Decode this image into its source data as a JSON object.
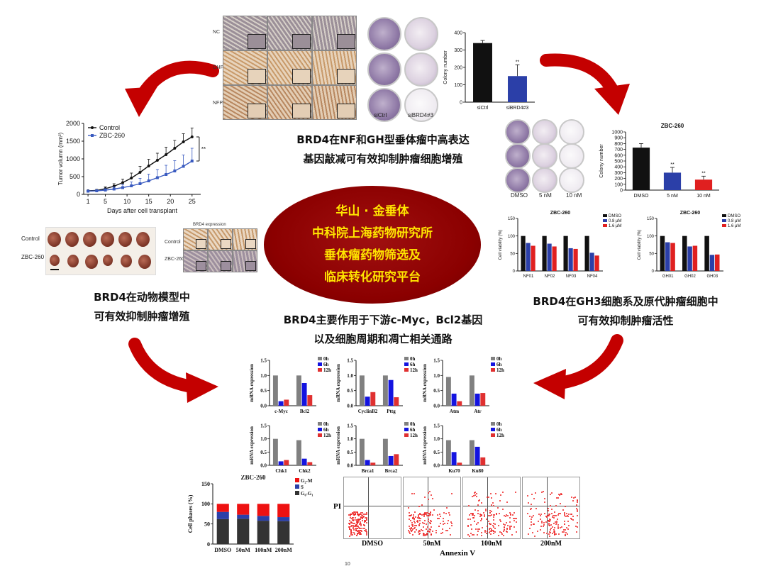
{
  "colors": {
    "red_arrow": "#c40000",
    "ellipse_fill": "#8b0000",
    "ellipse_text": "#ffe500",
    "black_bar": "#111111",
    "blue_bar": "#2b3fa8",
    "red_bar": "#e02020",
    "gray_bar": "#808080"
  },
  "center_ellipse": {
    "lines": [
      "华山 · 金垂体",
      "中科院上海药物研究所",
      "垂体瘤药物筛选及",
      "临床转化研究平台"
    ]
  },
  "captions": {
    "top": [
      "BRD4在NF和GH型垂体瘤中高表达",
      "基因敲减可有效抑制肿瘤细胞增殖"
    ],
    "left": [
      "BRD4在动物模型中",
      "可有效抑制肿瘤增殖"
    ],
    "right": [
      "BRD4在GH3细胞系及原代肿瘤细胞中",
      "可有效抑制肿瘤活性"
    ],
    "middle": [
      "BRD4主要作用于下游c-Myc，Bcl2基因",
      "以及细胞周期和凋亡相关通路"
    ]
  },
  "ihc_top": {
    "row_labels": [
      "NC",
      "GHPA",
      "NFPA"
    ]
  },
  "colony_top": {
    "labels": [
      "siCtrl",
      "siBRD4#3"
    ]
  },
  "mouse_panel": {
    "row_labels": [
      "Control",
      "ZBC-260"
    ],
    "ihc_title": "BRD4 expression",
    "ihc_row_labels": [
      "Control",
      "ZBC-260"
    ]
  },
  "colony_right": {
    "labels": [
      "DMSO",
      "5 nM",
      "10 nM"
    ]
  },
  "flow_panel": {
    "y_label": "PI",
    "x_label": "Annexin V",
    "conditions": [
      "DMSO",
      "50nM",
      "100nM",
      "200nM"
    ]
  },
  "page_number": "10",
  "chart_data": [
    {
      "id": "colony_si",
      "type": "bar",
      "categories": [
        "siCtrl",
        "siBRD4#3"
      ],
      "values": [
        340,
        150
      ],
      "errors": [
        15,
        65
      ],
      "colors": [
        "#111111",
        "#2b3fa8"
      ],
      "ylabel": "Colony number",
      "ylim": [
        0,
        400
      ],
      "yticks": [
        0,
        100,
        200,
        300,
        400
      ],
      "annotations": [
        "**"
      ]
    },
    {
      "id": "tumor_volume",
      "type": "line",
      "xlabel": "Days after cell transplant",
      "ylabel": "Tumor volumn (mm³)",
      "ylim": [
        0,
        2000
      ],
      "yticks": [
        0,
        500,
        1000,
        1500,
        2000
      ],
      "xticks": [
        1,
        5,
        10,
        15,
        20,
        25
      ],
      "xlim": [
        0,
        27
      ],
      "legend": [
        "Control",
        "ZBC-260"
      ],
      "annotations": [
        "**"
      ],
      "series": [
        {
          "name": "Control",
          "color": "#111111",
          "x": [
            1,
            3,
            5,
            7,
            9,
            11,
            13,
            15,
            17,
            19,
            21,
            23,
            25
          ],
          "y": [
            100,
            110,
            160,
            230,
            330,
            460,
            620,
            800,
            960,
            1120,
            1300,
            1480,
            1620
          ],
          "err": [
            20,
            30,
            50,
            70,
            100,
            140,
            170,
            190,
            200,
            210,
            220,
            230,
            250
          ]
        },
        {
          "name": "ZBC-260",
          "color": "#3a5bc0",
          "x": [
            1,
            3,
            5,
            7,
            9,
            11,
            13,
            15,
            17,
            19,
            21,
            23,
            25
          ],
          "y": [
            90,
            100,
            120,
            150,
            190,
            240,
            300,
            380,
            470,
            560,
            660,
            790,
            940
          ],
          "err": [
            20,
            30,
            40,
            60,
            80,
            110,
            150,
            190,
            230,
            260,
            290,
            320,
            360
          ]
        }
      ]
    },
    {
      "id": "colony_zbc",
      "type": "bar",
      "title": "ZBC-260",
      "categories": [
        "DMSO",
        "5 nM",
        "10 nM"
      ],
      "values": [
        730,
        300,
        180
      ],
      "errors": [
        70,
        90,
        60
      ],
      "colors": [
        "#111111",
        "#2b3fa8",
        "#e02020"
      ],
      "ylabel": "Colony number",
      "ylim": [
        0,
        1000
      ],
      "yticks": [
        0,
        100,
        200,
        300,
        400,
        500,
        600,
        700,
        800,
        900,
        1000
      ],
      "annotations": [
        "**",
        "**"
      ]
    },
    {
      "id": "viability_nf",
      "type": "bar",
      "title": "ZBC-260",
      "categories": [
        "NF01",
        "NF02",
        "NF03",
        "NF04"
      ],
      "legend": [
        "DMSO",
        "0.8 μM",
        "1.6 μM"
      ],
      "series": [
        {
          "name": "DMSO",
          "color": "#111111",
          "values": [
            100,
            100,
            100,
            100
          ]
        },
        {
          "name": "0.8 μM",
          "color": "#2b3fa8",
          "values": [
            80,
            78,
            65,
            52
          ]
        },
        {
          "name": "1.6 μM",
          "color": "#e02020",
          "values": [
            72,
            70,
            63,
            44
          ]
        }
      ],
      "ylabel": "Cell viability (%)",
      "ylim": [
        0,
        150
      ],
      "yticks": [
        0,
        50,
        100,
        150
      ]
    },
    {
      "id": "viability_gh",
      "type": "bar",
      "title": "ZBC-260",
      "categories": [
        "GH01",
        "GH02",
        "GH03"
      ],
      "legend": [
        "DMSO",
        "0.8 μM",
        "1.6 μM"
      ],
      "series": [
        {
          "name": "DMSO",
          "color": "#111111",
          "values": [
            100,
            100,
            100
          ]
        },
        {
          "name": "0.8 μM",
          "color": "#2b3fa8",
          "values": [
            82,
            70,
            46
          ]
        },
        {
          "name": "1.6 μM",
          "color": "#e02020",
          "values": [
            80,
            72,
            47
          ]
        }
      ],
      "ylabel": "Cell viability (%)",
      "ylim": [
        0,
        150
      ],
      "yticks": [
        0,
        50,
        100,
        150
      ]
    },
    {
      "id": "mrna_1",
      "type": "bar",
      "ylabel": "mRNA expression",
      "ylim": [
        0,
        1.5
      ],
      "yticks": [
        "0.0",
        "0.5",
        "1.0",
        "1.5"
      ],
      "legend": [
        "0h",
        "6h",
        "12h"
      ],
      "categories": [
        "c-Myc",
        "Bcl2"
      ],
      "series": [
        {
          "name": "0h",
          "color": "#808080",
          "values": [
            1.0,
            1.0
          ]
        },
        {
          "name": "6h",
          "color": "#1414e0",
          "values": [
            0.15,
            0.75
          ]
        },
        {
          "name": "12h",
          "color": "#e03030",
          "values": [
            0.2,
            0.35
          ]
        }
      ]
    },
    {
      "id": "mrna_2",
      "type": "bar",
      "ylabel": "mRNA expression",
      "ylim": [
        0,
        1.5
      ],
      "yticks": [
        "0.0",
        "0.5",
        "1.0",
        "1.5"
      ],
      "legend": [
        "0h",
        "6h",
        "12h"
      ],
      "categories": [
        "CyclinB2",
        "Pttg"
      ],
      "series": [
        {
          "name": "0h",
          "color": "#808080",
          "values": [
            1.0,
            1.0
          ]
        },
        {
          "name": "6h",
          "color": "#1414e0",
          "values": [
            0.3,
            0.85
          ]
        },
        {
          "name": "12h",
          "color": "#e03030",
          "values": [
            0.45,
            0.28
          ]
        }
      ]
    },
    {
      "id": "mrna_3",
      "type": "bar",
      "ylabel": "mRNA expression",
      "ylim": [
        0,
        1.5
      ],
      "yticks": [
        "0.0",
        "0.5",
        "1.0",
        "1.5"
      ],
      "legend": [
        "0h",
        "6h",
        "12h"
      ],
      "categories": [
        "Atm",
        "Atr"
      ],
      "series": [
        {
          "name": "0h",
          "color": "#808080",
          "values": [
            0.95,
            1.0
          ]
        },
        {
          "name": "6h",
          "color": "#1414e0",
          "values": [
            0.4,
            0.4
          ]
        },
        {
          "name": "12h",
          "color": "#e03030",
          "values": [
            0.15,
            0.42
          ]
        }
      ]
    },
    {
      "id": "mrna_4",
      "type": "bar",
      "ylabel": "mRNA expression",
      "ylim": [
        0,
        1.5
      ],
      "yticks": [
        "0.0",
        "0.5",
        "1.0",
        "1.5"
      ],
      "legend": [
        "0h",
        "6h",
        "12h"
      ],
      "categories": [
        "Chk1",
        "Chk2"
      ],
      "series": [
        {
          "name": "0h",
          "color": "#808080",
          "values": [
            1.0,
            0.95
          ]
        },
        {
          "name": "6h",
          "color": "#1414e0",
          "values": [
            0.15,
            0.25
          ]
        },
        {
          "name": "12h",
          "color": "#e03030",
          "values": [
            0.2,
            0.12
          ]
        }
      ]
    },
    {
      "id": "mrna_5",
      "type": "bar",
      "ylabel": "mRNA expression",
      "ylim": [
        0,
        1.5
      ],
      "yticks": [
        "0.0",
        "0.5",
        "1.0",
        "1.5"
      ],
      "legend": [
        "0h",
        "6h",
        "12h"
      ],
      "categories": [
        "Brca1",
        "Brca2"
      ],
      "series": [
        {
          "name": "0h",
          "color": "#808080",
          "values": [
            1.0,
            1.0
          ]
        },
        {
          "name": "6h",
          "color": "#1414e0",
          "values": [
            0.2,
            0.35
          ]
        },
        {
          "name": "12h",
          "color": "#e03030",
          "values": [
            0.1,
            0.42
          ]
        }
      ]
    },
    {
      "id": "mrna_6",
      "type": "bar",
      "ylabel": "mRNA expression",
      "ylim": [
        0,
        1.5
      ],
      "yticks": [
        "0.0",
        "0.5",
        "1.0",
        "1.5"
      ],
      "legend": [
        "0h",
        "6h",
        "12h"
      ],
      "categories": [
        "Ku70",
        "Ku80"
      ],
      "series": [
        {
          "name": "0h",
          "color": "#808080",
          "values": [
            0.95,
            0.95
          ]
        },
        {
          "name": "6h",
          "color": "#1414e0",
          "values": [
            0.5,
            0.7
          ]
        },
        {
          "name": "12h",
          "color": "#e03030",
          "values": [
            0.1,
            0.3
          ]
        }
      ]
    },
    {
      "id": "cell_phases",
      "type": "bar",
      "stacked": true,
      "title": "ZBC-260",
      "ylabel": "Cell phases (%)",
      "ylim": [
        0,
        150
      ],
      "yticks": [
        0,
        50,
        100,
        150
      ],
      "categories": [
        "DMSO",
        "50nM",
        "100nM",
        "200nM"
      ],
      "legend": [
        "G₂-M",
        "S",
        "G₀-G₁"
      ],
      "series": [
        {
          "name": "G₀-G₁",
          "color": "#333333",
          "values": [
            62,
            63,
            58,
            57
          ]
        },
        {
          "name": "S",
          "color": "#2b3fa8",
          "values": [
            18,
            10,
            12,
            10
          ]
        },
        {
          "name": "G₂-M",
          "color": "#ee1111",
          "values": [
            20,
            27,
            30,
            33
          ]
        }
      ]
    }
  ]
}
